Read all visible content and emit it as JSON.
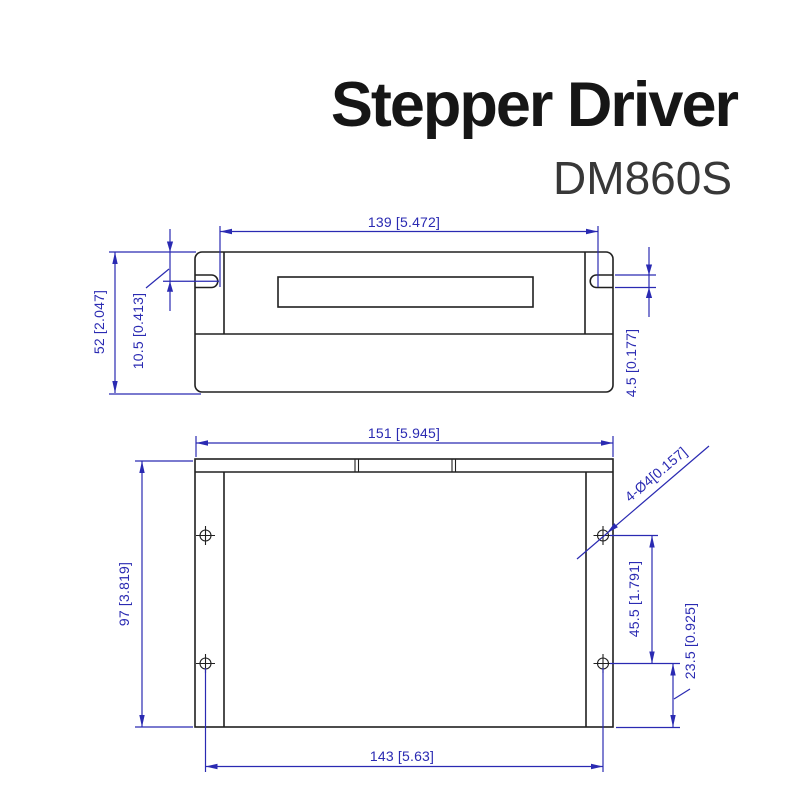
{
  "title": "Stepper Driver",
  "model": "DM860S",
  "colors": {
    "dimension_accent": "#2a2ab2",
    "outline": "#202020",
    "background": "#ffffff",
    "title_text": "#161616",
    "model_text": "#383838"
  },
  "side_view": {
    "dims": {
      "width": {
        "mm": 139,
        "inch": 5.472,
        "label": "139 [5.472]"
      },
      "height": {
        "mm": 52,
        "inch": 2.047,
        "label": "52 [2.047]"
      },
      "slot_center": {
        "mm": 10.5,
        "inch": 0.413,
        "label": "10.5 [0.413]"
      },
      "slot_width": {
        "mm": 4.5,
        "inch": 0.177,
        "label": "4.5 [0.177]"
      }
    }
  },
  "plan_view": {
    "dims": {
      "width": {
        "mm": 151,
        "inch": 5.945,
        "label": "151 [5.945]"
      },
      "height": {
        "mm": 97,
        "inch": 3.819,
        "label": "97 [3.819]"
      },
      "hole_span": {
        "mm": 143,
        "inch": 5.63,
        "label": "143 [5.63]"
      },
      "hole_vertical_span": {
        "mm": 45.5,
        "inch": 1.791,
        "label": "45.5 [1.791]"
      },
      "hole_bottom_offset": {
        "mm": 23.5,
        "inch": 0.925,
        "label": "23.5 [0.925]"
      },
      "mounting_holes": {
        "count": 4,
        "diameter_mm": 4,
        "inch": 0.157,
        "label": "4-Ø4[0.157]"
      }
    }
  }
}
